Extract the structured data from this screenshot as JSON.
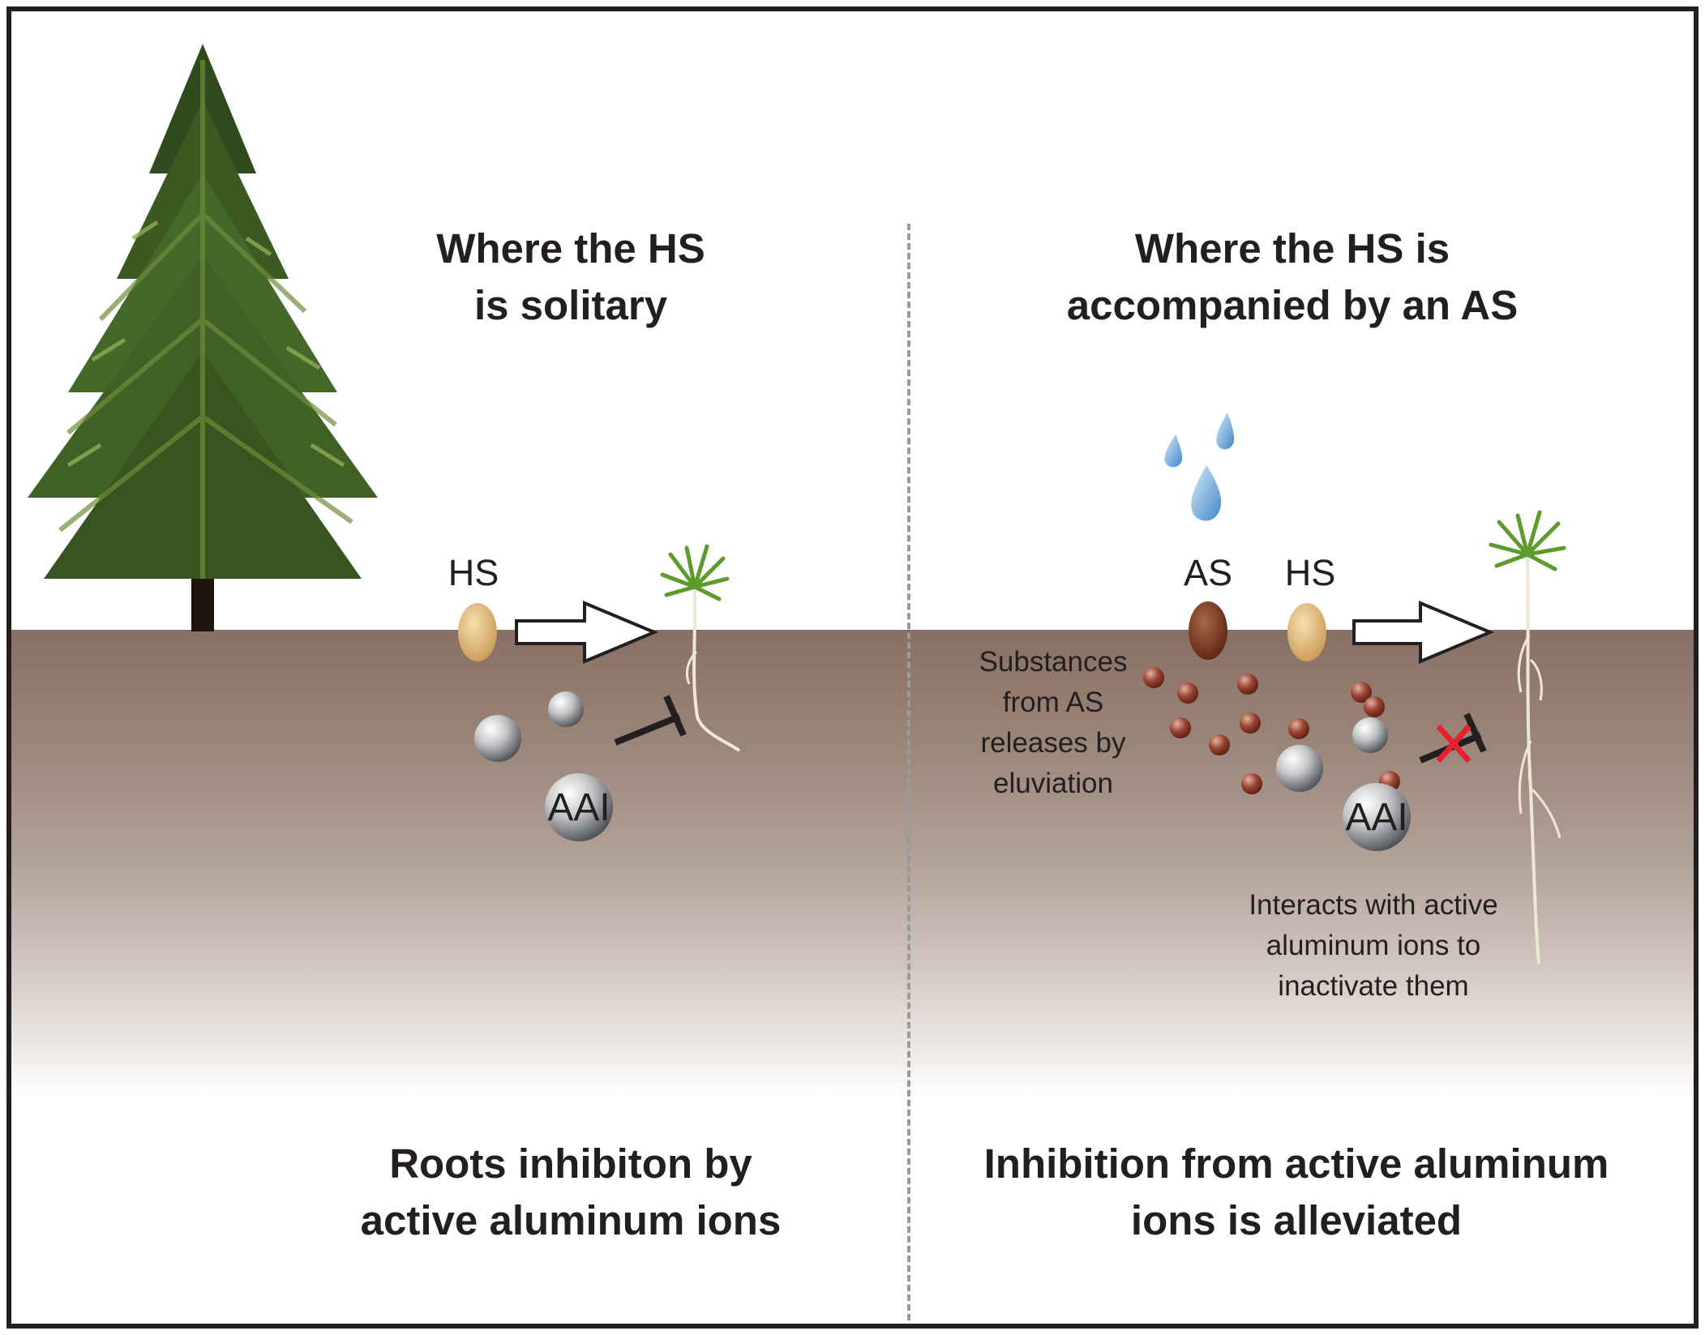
{
  "left_panel": {
    "title_line1": "Where the HS",
    "title_line2": "is solitary",
    "hs_label": "HS",
    "aai_label": "AAI",
    "result_line1": "Roots inhibiton by",
    "result_line2": "active aluminum ions"
  },
  "right_panel": {
    "title_line1": "Where the HS is",
    "title_line2": "accompanied by an AS",
    "as_label": "AS",
    "hs_label": "HS",
    "aai_label": "AAI",
    "eluviation_line1": "Substances",
    "eluviation_line2": "from AS",
    "eluviation_line3": "releases by",
    "eluviation_line4": "eluviation",
    "interact_line1": "Interacts with active",
    "interact_line2": "aluminum ions to",
    "interact_line3": "inactivate them",
    "result_line1": "Inhibition from active aluminum",
    "result_line2": "ions is alleviated"
  },
  "colors": {
    "soil_top": "#877063",
    "outline": "#231f20",
    "hs_seed": "#d9b47a",
    "as_seed": "#7a3a22",
    "released_particle": "#8a3a28",
    "block_cross": "#e8212e",
    "water_drop": "#6aa9dc"
  }
}
